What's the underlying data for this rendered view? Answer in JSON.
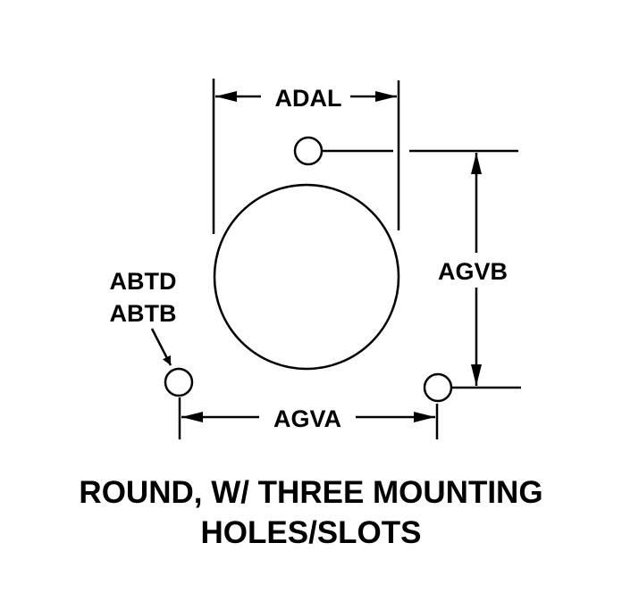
{
  "labels": {
    "adal": "ADAL",
    "agvb": "AGVB",
    "agva": "AGVA",
    "abtd": "ABTD",
    "abtb": "ABTB"
  },
  "caption": {
    "line1": "ROUND, W/ THREE MOUNTING",
    "line2": "HOLES/SLOTS"
  },
  "colors": {
    "ink": "#000000",
    "background": "#ffffff"
  }
}
